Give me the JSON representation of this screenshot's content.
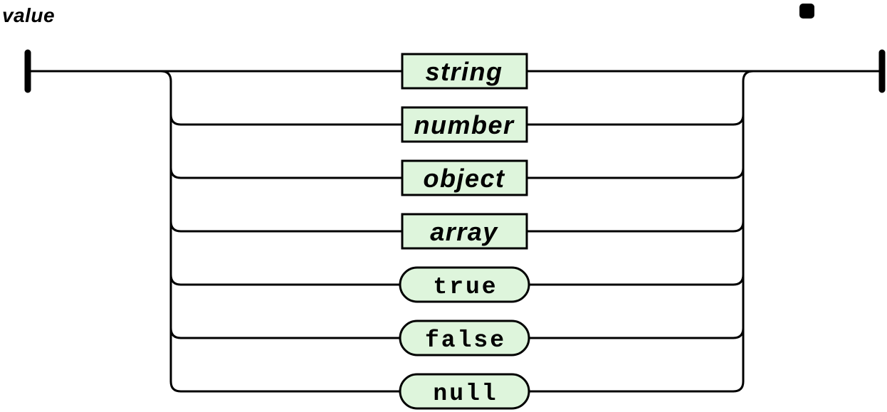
{
  "title": "value",
  "diagram": {
    "kind": "railroad-syntax-diagram",
    "rule_name": "value",
    "alternatives": [
      {
        "label": "string",
        "shape": "rect",
        "role": "non-terminal"
      },
      {
        "label": "number",
        "shape": "rect",
        "role": "non-terminal"
      },
      {
        "label": "object",
        "shape": "rect",
        "role": "non-terminal"
      },
      {
        "label": "array",
        "shape": "rect",
        "role": "non-terminal"
      },
      {
        "label": "true",
        "shape": "pill",
        "role": "terminal"
      },
      {
        "label": "false",
        "shape": "pill",
        "role": "terminal"
      },
      {
        "label": "null",
        "shape": "pill",
        "role": "terminal"
      }
    ],
    "colors": {
      "background": "#ffffff",
      "line": "#000000",
      "node_fill": "#def5dc",
      "node_border": "#000000",
      "text": "#000000"
    }
  }
}
